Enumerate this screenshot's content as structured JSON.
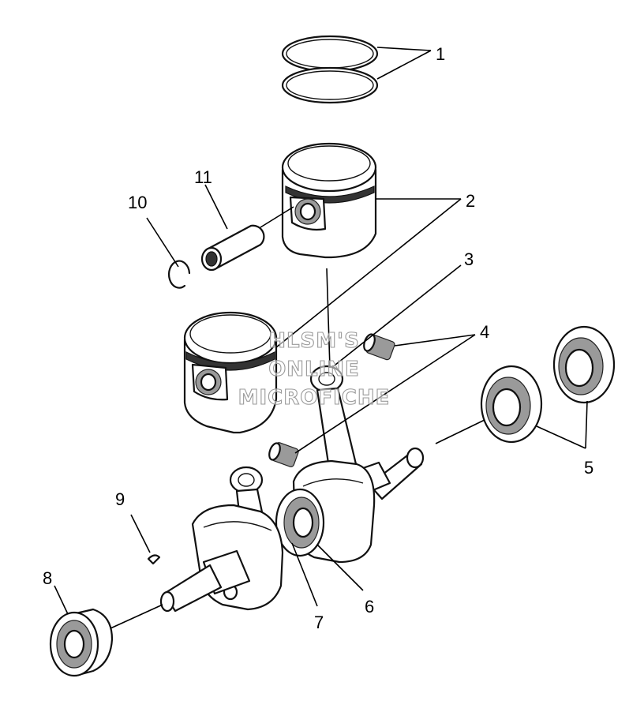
{
  "callouts": {
    "c1": "1",
    "c2": "2",
    "c3": "3",
    "c4": "4",
    "c5": "5",
    "c6": "6",
    "c7": "7",
    "c8": "8",
    "c9": "9",
    "c10": "10",
    "c11": "11"
  },
  "watermark": {
    "line1": "HLSM'S",
    "line2": "ONLINE",
    "line3": "MICROFICHE"
  }
}
